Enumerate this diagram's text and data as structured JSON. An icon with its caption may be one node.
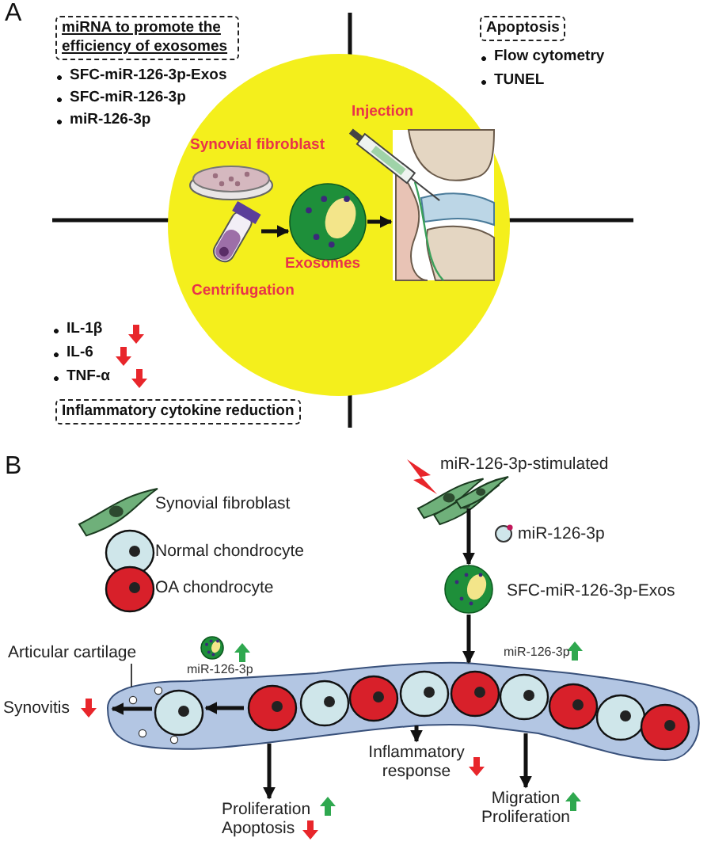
{
  "diagram": {
    "nodes": [
      {
        "text": [
          "miRNA to promote the efficiency of exosomes"
        ],
        "beside": [
          "SFC-miR-126-3p-Exos",
          "SFC-miR-126-3p",
          "miR-126-3p"
        ]
      },
      {
        "text": [
          "Apoptosis"
        ],
        "beside": [
          "Flow cytometry",
          "TUNEL"
        ]
      },
      {
        "text": [
          "Inflammatory cytokine reduction"
        ],
        "beside": [
          "IL-1β",
          "IL-6",
          "TNF-α"
        ]
      },
      {
        "text": [],
        "shape": "picture",
        "beside": [
          "Synovial fibroblast"
        ]
      },
      {
        "text": [],
        "shape": "picture",
        "beside": [
          "Centrifugation"
        ]
      },
      {
        "text": [],
        "shape": "picture",
        "beside": [
          "Exosomes"
        ]
      },
      {
        "text": [],
        "shape": "picture",
        "beside": [
          "Injection"
        ]
      },
      {
        "text": [],
        "shape": "picture",
        "beside": [
          "miR-126-3p-stimulated"
        ]
      },
      {
        "text": [],
        "shape": "picture",
        "beside": [
          "SFC-miR-126-3p-Exos"
        ]
      },
      {
        "text": [],
        "shape": "picture"
      },
      {
        "text": [
          "Articular cartilage"
        ]
      },
      {
        "text": [
          "Synovitis"
        ]
      },
      {
        "text": [
          "Inflammatory response"
        ]
      },
      {
        "text": [
          "Migration Proliferation"
        ]
      },
      {
        "text": [
          "Proliferation",
          "Apoptosis"
        ]
      }
    ],
    "edges": [
      {
        "from": 4,
        "to": 5,
        "arrow": "to"
      },
      {
        "from": 5,
        "to": 6,
        "arrow": "to"
      },
      {
        "from": 7,
        "to": 8,
        "arrow": "to"
      },
      {
        "from": 8,
        "to": 9,
        "arrow": "to"
      },
      {
        "from": 10,
        "to": 9,
        "arrow": "none"
      },
      {
        "from": 9,
        "to": 11,
        "arrow": "to"
      },
      {
        "from": 9,
        "to": 12,
        "arrow": "to"
      },
      {
        "from": 9,
        "to": 13,
        "arrow": "to"
      },
      {
        "from": 9,
        "to": 14,
        "arrow": "to"
      }
    ],
    "labels": [
      "A",
      "B",
      "miR-126-3p",
      "miR-126-3p",
      "miR-126-3p"
    ],
    "legend": [
      {
        "text": "Synovial fibroblast"
      },
      {
        "text": "Normal chondrocyte"
      },
      {
        "text": "OA chondrocyte"
      }
    ]
  }
}
